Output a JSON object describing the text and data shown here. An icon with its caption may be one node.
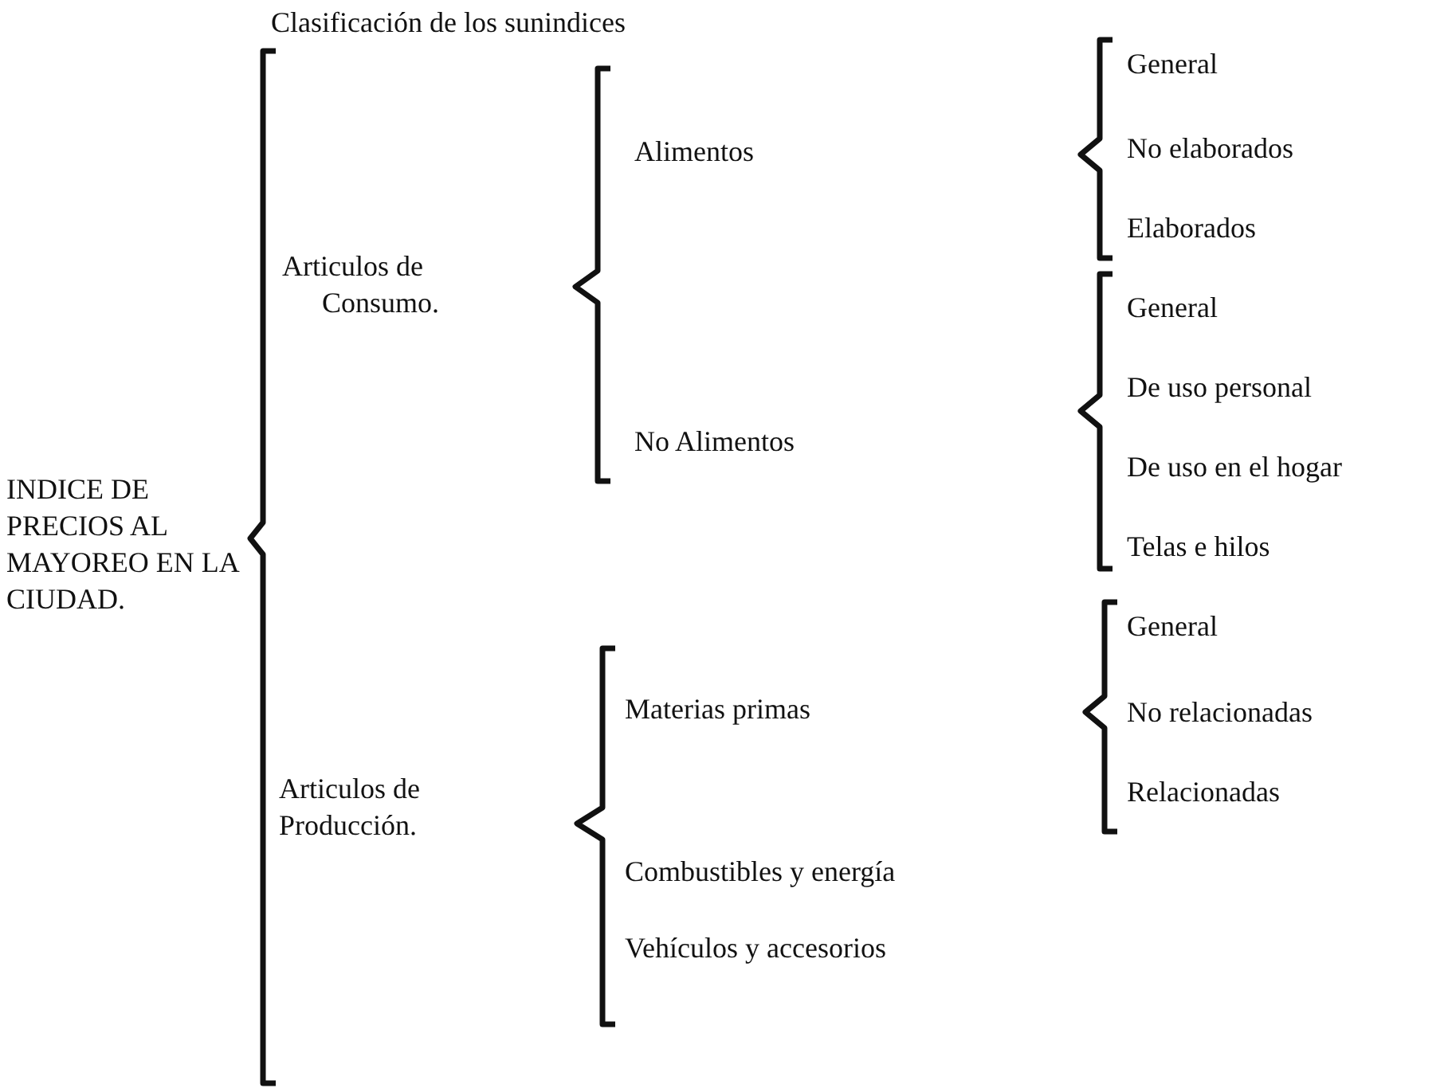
{
  "diagram": {
    "title": "Clasificación de los sunindices",
    "labels": [
      "INDICE DE PRECIOS AL MAYOREO EN LA CIUDAD.",
      "Articulos de Consumo.",
      "Alimentos",
      "General",
      "No elaborados",
      "Elaborados",
      "No Alimentos",
      "General",
      "De uso personal",
      "De uso en el hogar",
      "Telas e hilos",
      "Articulos de Producción.",
      "Materias primas",
      "General",
      "No relacionadas",
      "Relacionadas",
      "Combustibles y energía",
      "Vehículos y accesorios"
    ]
  }
}
